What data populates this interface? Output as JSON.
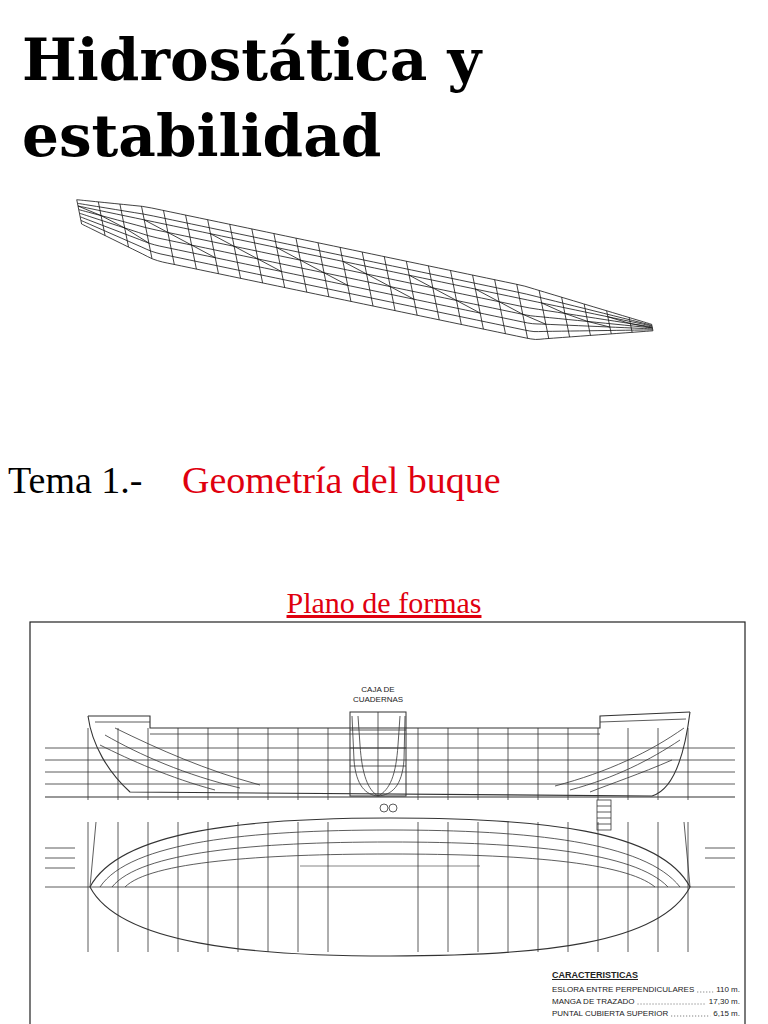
{
  "diagram": {
    "title": "Hidrostática y estabilidad",
    "labels": [
      "Tema 1.-",
      "Geometría del buque",
      "Plano de formas",
      "CAJA DE CUADERNAS",
      "CARACTERISTICAS",
      "ESLORA ENTRE PERPENDICULARES",
      "110 m.",
      "MANGA DE TRAZADO",
      "17,30 m.",
      "PUNTAL CUBIERTA SUPERIOR",
      "6,15 m."
    ]
  }
}
